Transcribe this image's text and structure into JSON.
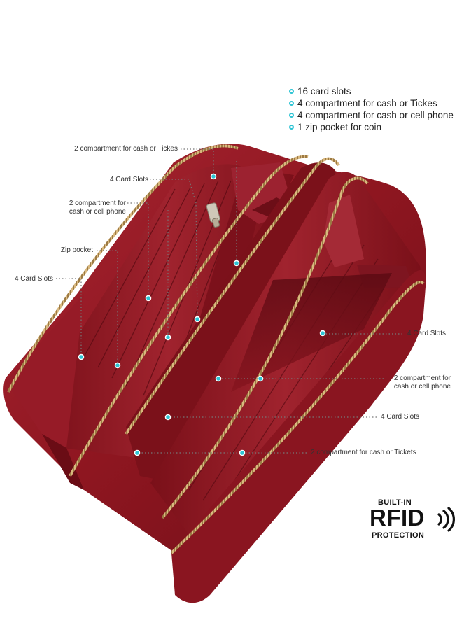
{
  "features": [
    "16 card slots",
    "4 compartment for cash or Tickes",
    "4 compartment for cash or cell phone",
    "1 zip pocket for coin"
  ],
  "callouts": {
    "left_cash_tickes": "2 compartment for cash or Tickes",
    "left_card_slots_top": "4 Card Slots",
    "left_cash_phone": "2 compartment for\ncash or cell phone",
    "zip_pocket": "Zip pocket",
    "left_card_slots_bottom": "4 Card Slots",
    "right_card_slots_top": "4 Card Slots",
    "right_cash_phone": "2 compartment for\ncash or cell phone",
    "right_card_slots_bottom": "4 Card Slots",
    "right_cash_tickets": "2 compartment for cash or Tickets"
  },
  "badge": {
    "top": "BUILT-IN",
    "main": "RFID",
    "bottom": "PROTECTION"
  },
  "colors": {
    "leather": "#8e1620",
    "leather_dark": "#5e0c14",
    "leather_light": "#b3303a",
    "zipper": "#d8b57a",
    "accent": "#2ec4d4"
  }
}
